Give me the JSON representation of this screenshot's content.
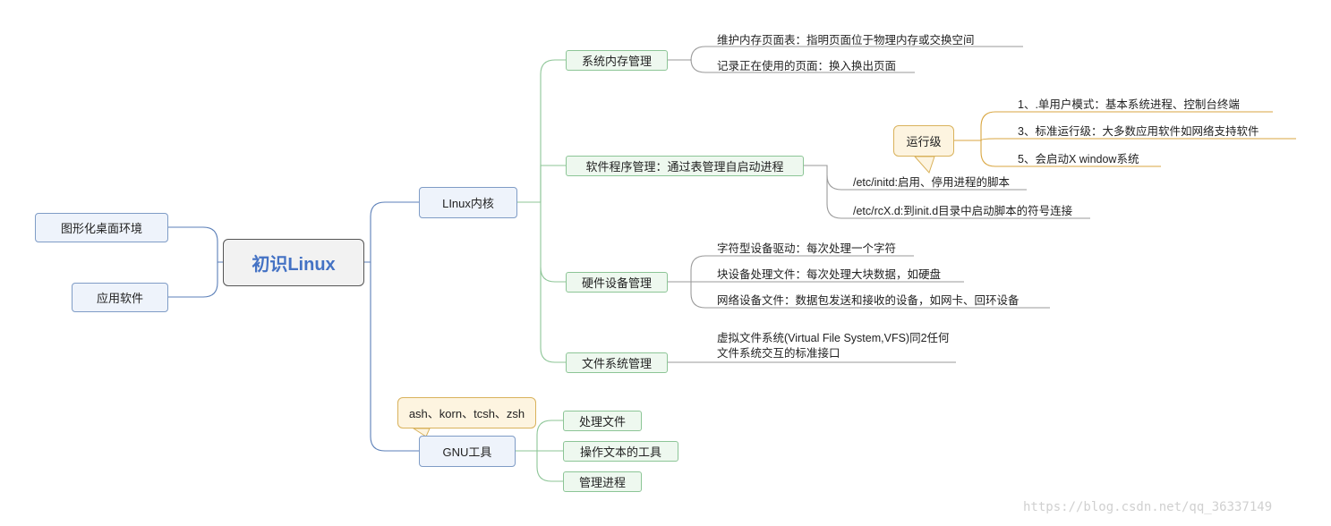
{
  "central": {
    "label": "初识Linux"
  },
  "left_branches": [
    "图形化桌面环境",
    "应用软件"
  ],
  "kernel": {
    "label": "LInux内核",
    "memory": {
      "label": "系统内存管理",
      "items": [
        "维护内存页面表：指明页面位于物理内存或交换空间",
        "记录正在使用的页面：换入换出页面"
      ]
    },
    "software": {
      "label": "软件程序管理：通过表管理自启动进程",
      "runlevel_callout": "运行级",
      "runlevels": [
        "1、.单用户模式：基本系统进程、控制台终端",
        "3、标准运行级：大多数应用软件如网络支持软件",
        "5、会启动X window系统"
      ],
      "items": [
        "/etc/initd:启用、停用进程的脚本",
        "/etc/rcX.d:到init.d目录中启动脚本的符号连接"
      ]
    },
    "hardware": {
      "label": "硬件设备管理",
      "items": [
        "字符型设备驱动：每次处理一个字符",
        "块设备处理文件：每次处理大块数据，如硬盘",
        "网络设备文件：数据包发送和接收的设备，如网卡、回环设备"
      ]
    },
    "filesystem": {
      "label": "文件系统管理",
      "items": [
        "虚拟文件系统(Virtual File System,VFS)同2任何文件系统交互的标准接口"
      ]
    }
  },
  "gnu": {
    "label": "GNU工具",
    "callout": "ash、korn、tcsh、zsh",
    "items": [
      "处理文件",
      "操作文本的工具",
      "管理进程"
    ]
  },
  "watermark": "https://blog.csdn.net/qq_36337149",
  "colors": {
    "central_text": "#4472c4",
    "blue_line": "#5b7fb8",
    "green_line": "#8cc596",
    "callout_line": "#d9a640"
  }
}
